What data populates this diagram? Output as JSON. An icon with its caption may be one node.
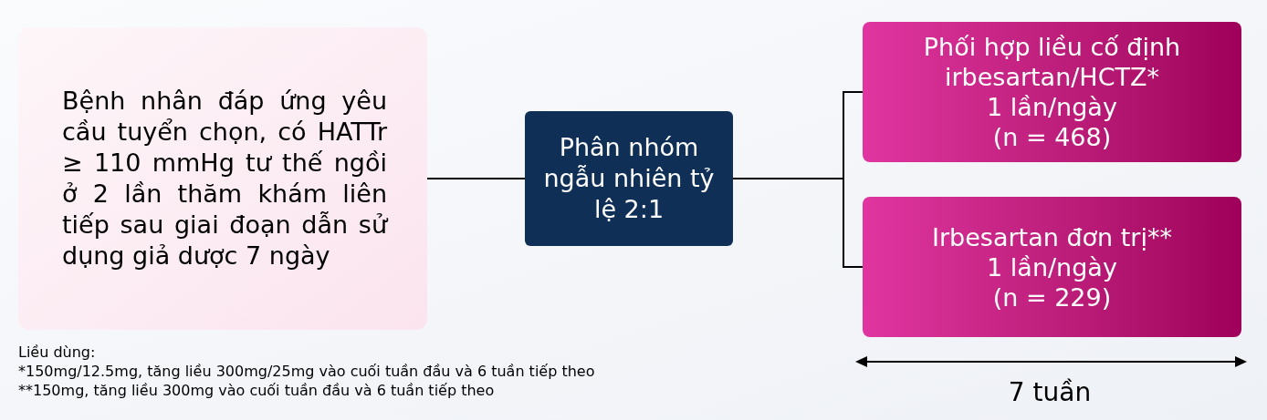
{
  "diagram": {
    "nodes": [
      {
        "text": [
          "Bệnh nhân đáp ứng yêu cầu tuyển chọn, có HATTr ≥ 110 mmHg tư thế ngồi ở 2 lần thăm khám liên tiếp sau giai đoạn dẫn sử dụng giả dược 7 ngày"
        ]
      },
      {
        "text": [
          "Phân nhóm ngẫu nhiên tỷ lệ 2:1"
        ]
      },
      {
        "text": [
          "Phối hợp liều cố định irbesartan/HCTZ*",
          "1 lần/ngày",
          "(n = 468)"
        ]
      },
      {
        "text": [
          "Irbesartan đơn trị**",
          "1 lần/ngày",
          "(n = 229)"
        ]
      }
    ],
    "edges": [
      {
        "from": 0,
        "to": 1,
        "arrow": "none"
      },
      {
        "from": 1,
        "to": 2,
        "arrow": "none"
      },
      {
        "from": 1,
        "to": 3,
        "arrow": "none"
      }
    ],
    "labels": [
      "Liều dùng:",
      "*150mg/12.5mg, tăng liều 300mg/25mg vào cuối tuần đầu và 6 tuần tiếp theo",
      "**150mg, tăng liều 300mg vào cuối tuần đầu và 6 tuần tiếp theo",
      "7 tuần"
    ]
  }
}
